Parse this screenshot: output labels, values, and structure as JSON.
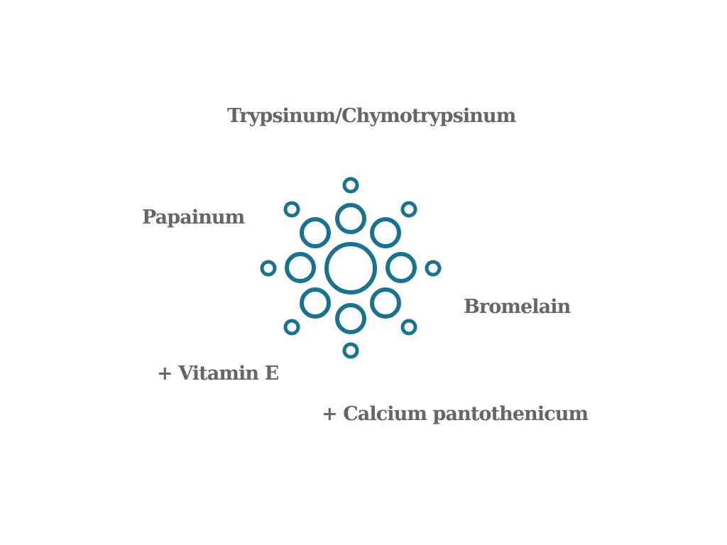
{
  "diagram": {
    "labels": {
      "top": "Trypsinum/Chymotrypsinum",
      "left": "Papainum",
      "right": "Bromelain",
      "vitamin": "+ Vitamin E",
      "calcium": "+ Calcium pantothenicum"
    },
    "icon": "molecule-cluster-icon",
    "colors": {
      "icon_stroke": "#1b7290",
      "text": "#666666",
      "background": "#ffffff"
    }
  }
}
